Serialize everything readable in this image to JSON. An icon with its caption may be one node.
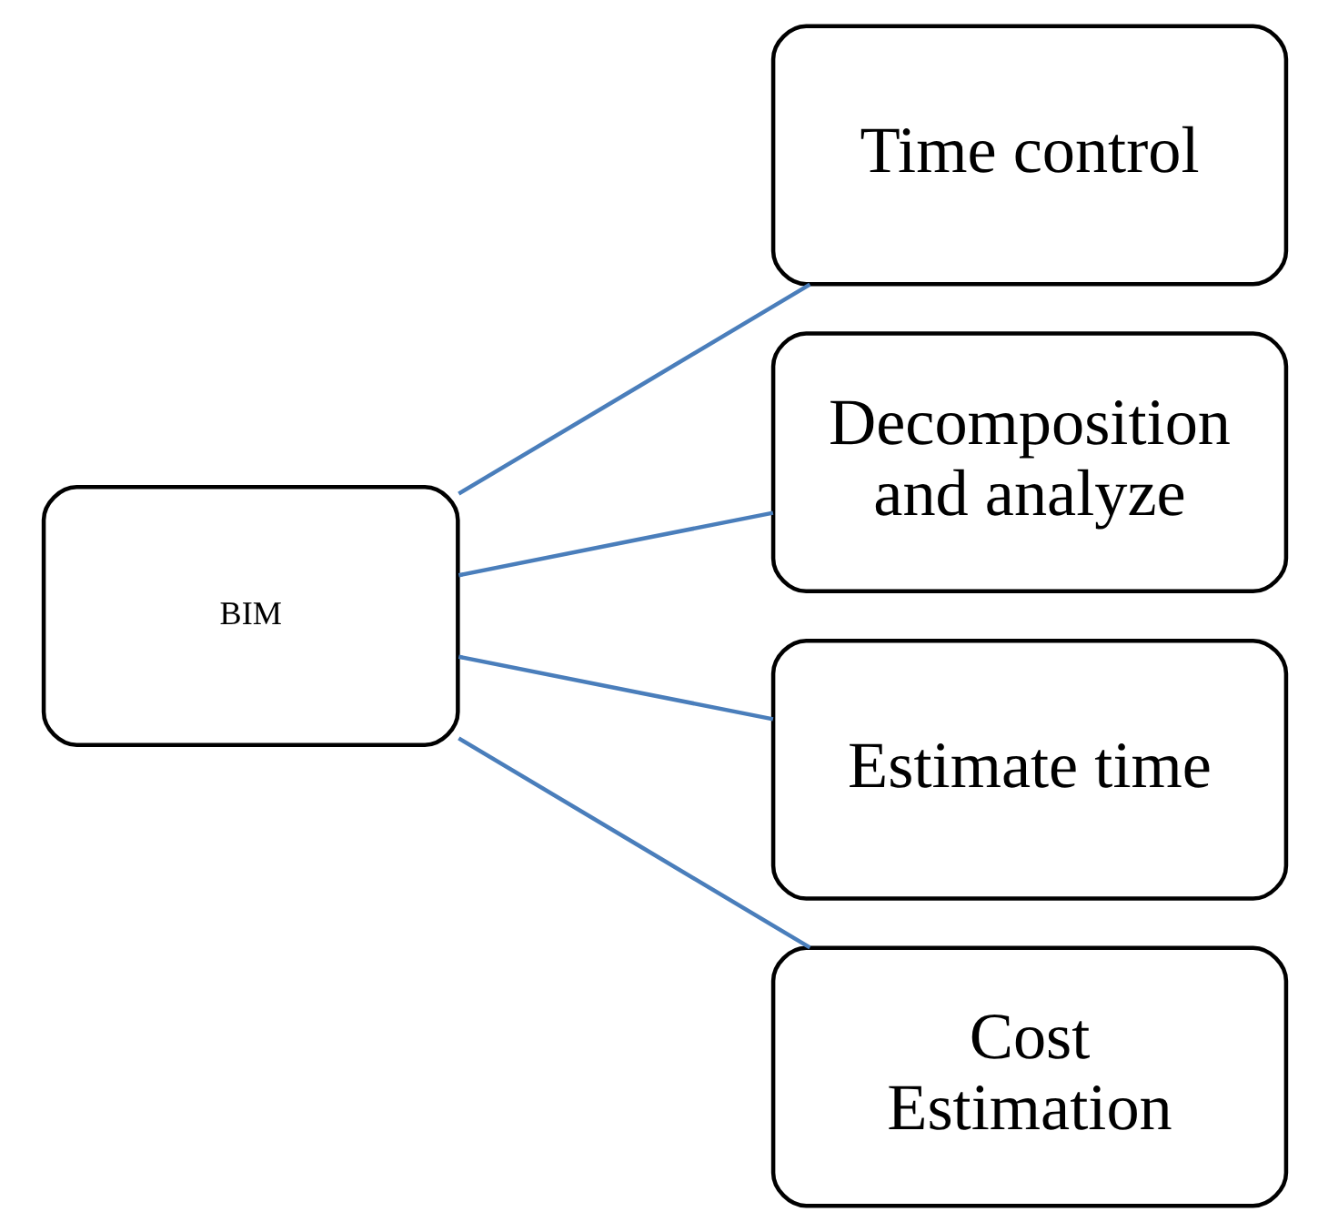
{
  "diagram": {
    "nodes": [
      {
        "text": [
          "BIM"
        ]
      },
      {
        "text": [
          "Time control"
        ]
      },
      {
        "text": [
          "Decomposition and analyze"
        ]
      },
      {
        "text": [
          "Estimate time"
        ]
      },
      {
        "text": [
          "Cost Estimation"
        ]
      }
    ],
    "edges": [
      {
        "from": 0,
        "to": 1,
        "arrow": "none"
      },
      {
        "from": 0,
        "to": 2,
        "arrow": "none"
      },
      {
        "from": 0,
        "to": 3,
        "arrow": "none"
      },
      {
        "from": 0,
        "to": 4,
        "arrow": "none"
      }
    ]
  }
}
